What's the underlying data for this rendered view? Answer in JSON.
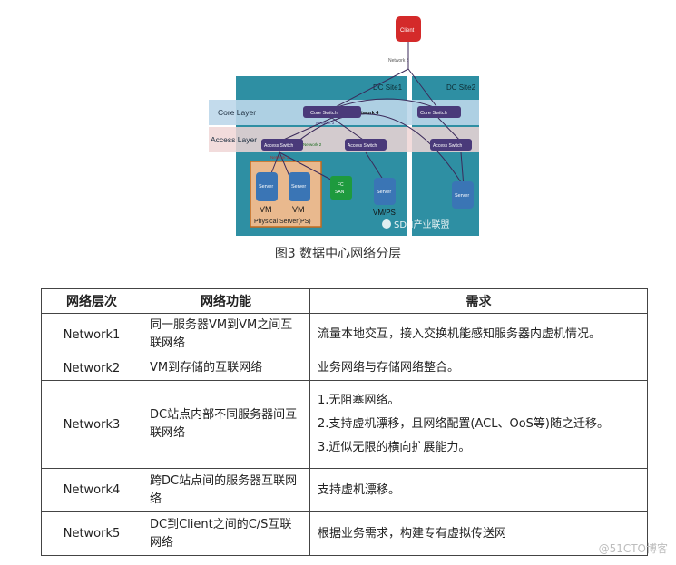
{
  "diagram": {
    "client": "Client",
    "network5": "Network 5",
    "site1": "DC Site1",
    "site2": "DC Site2",
    "core_layer": "Core Layer",
    "access_layer": "Access Layer",
    "core_switch": "Core Switch",
    "access_switch": "Access Switch",
    "network4": "Network 4",
    "network3": "Network 3",
    "network2": "Network 2",
    "network1": "Network 1",
    "server": "Server",
    "fc_san_1": "FC",
    "fc_san_2": "SAN",
    "vm": "VM",
    "vmps": "VM/PS",
    "physical_server": "Physical Server(PS)",
    "watermark": "SDN产业联盟"
  },
  "caption": "图3 数据中心网络分层",
  "table": {
    "headers": [
      "网络层次",
      "网络功能",
      "需求"
    ],
    "rows": [
      {
        "layer": "Network1",
        "func": "同一服务器VM到VM之间互联网络",
        "req": [
          "流量本地交互，接入交换机能感知服务器内虚机情况。"
        ]
      },
      {
        "layer": "Network2",
        "func": "VM到存储的互联网络",
        "req": [
          "业务网络与存储网络整合。"
        ]
      },
      {
        "layer": "Network3",
        "func": "DC站点内部不同服务器间互联网络",
        "req": [
          "1.无阻塞网络。",
          "2.支持虚机漂移，且网络配置(ACL、OoS等)随之迁移。",
          "3.近似无限的横向扩展能力。"
        ]
      },
      {
        "layer": "Network4",
        "func": "跨DC站点间的服务器互联网络",
        "req": [
          "支持虚机漂移。"
        ]
      },
      {
        "layer": "Network5",
        "func": "DC到Client之间的C/S互联网络",
        "req": [
          "根据业务需求，构建专有虚拟传送网"
        ]
      }
    ]
  },
  "watermark": "@51CTO博客"
}
